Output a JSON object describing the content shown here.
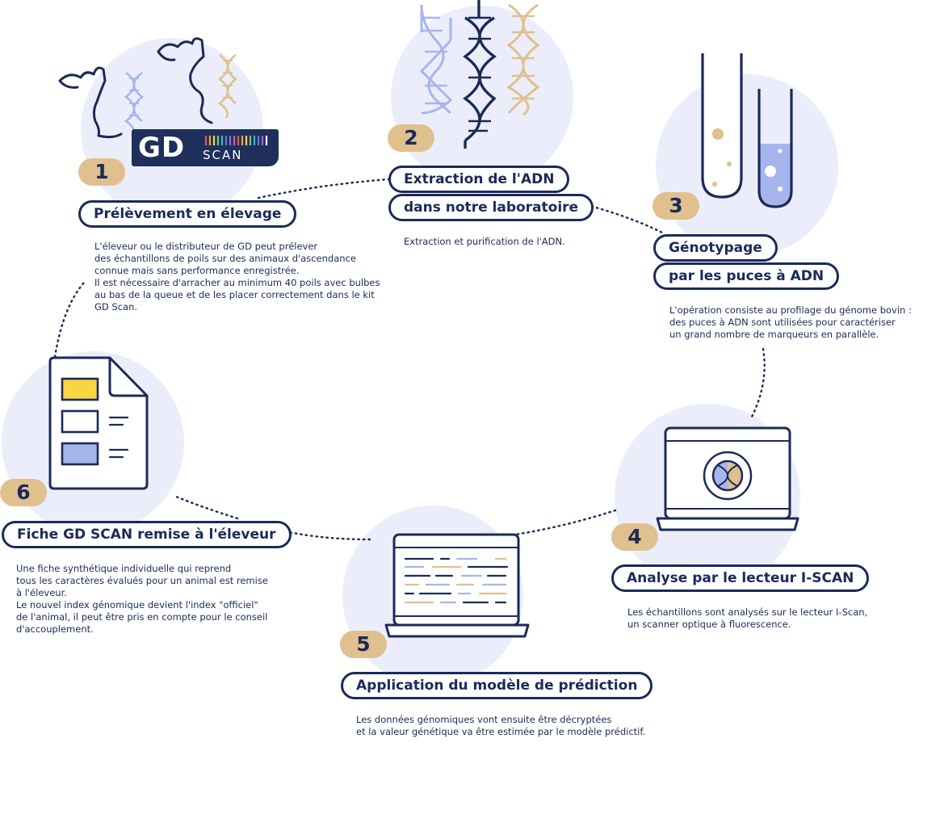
{
  "colors": {
    "navy": "#1b2a59",
    "gold": "#e0c08e",
    "circle": "#ebeefa",
    "blue": "#a6b6ec",
    "yellow": "#f9d53f"
  },
  "logo": {
    "brand": "GD",
    "product": "SCAN"
  },
  "steps": [
    {
      "number": "1",
      "title_lines": [
        "Prélèvement en élevage"
      ],
      "description": [
        "L'éleveur ou le distributeur de GD peut prélever",
        "des échantillons de poils sur des animaux d'ascendance",
        "connue mais sans performance enregistrée.",
        "Il est nécessaire d'arracher au minimum 40 poils avec bulbes",
        "au bas de la queue et de les placer correctement dans le kit",
        "GD Scan."
      ],
      "icon": "cow-dna-icon"
    },
    {
      "number": "2",
      "title_lines": [
        "Extraction de l'ADN",
        "dans notre laboratoire"
      ],
      "description": [
        "Extraction et purification de l'ADN."
      ],
      "icon": "dna-helix-icon"
    },
    {
      "number": "3",
      "title_lines": [
        "Génotypage",
        "par les puces à ADN"
      ],
      "description": [
        "L'opération consiste au profilage du génome bovin :",
        "des puces à ADN sont utilisées pour caractériser",
        "un grand nombre de marqueurs en parallèle."
      ],
      "icon": "test-tubes-icon"
    },
    {
      "number": "4",
      "title_lines": [
        "Analyse par le lecteur I-SCAN"
      ],
      "description": [
        "Les échantillons sont analysés sur le lecteur I-Scan,",
        "un scanner optique à fluorescence."
      ],
      "icon": "laptop-scanner-icon"
    },
    {
      "number": "5",
      "title_lines": [
        "Application du modèle de prédiction"
      ],
      "description": [
        "Les données génomiques vont ensuite être décryptées",
        "et la valeur génétique va être estimée par le modèle prédictif."
      ],
      "icon": "laptop-code-icon"
    },
    {
      "number": "6",
      "title_lines": [
        "Fiche GD SCAN remise à l'éleveur"
      ],
      "description": [
        "Une fiche synthétique individuelle qui reprend",
        "tous les caractères évalués pour un animal est remise",
        "à l'éleveur.",
        "Le nouvel index génomique devient l'index \"officiel\"",
        "de l'animal, il peut être pris en compte pour le conseil",
        "d'accouplement."
      ],
      "icon": "document-sheet-icon"
    }
  ]
}
